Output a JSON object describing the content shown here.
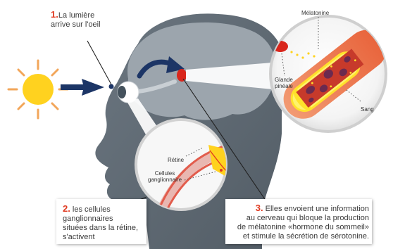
{
  "step1": {
    "number": "1.",
    "text_line1": "La lumière",
    "text_line2": "arrive sur l'oeil"
  },
  "step2": {
    "number": "2.",
    "text_line1": "les cellules",
    "text_line2": "ganglionnaires",
    "text_line3": "situées dans la rétine,",
    "text_line4": "s'activent"
  },
  "step3": {
    "number": "3.",
    "text_line1": "Elles envoient une information",
    "text_line2": "au cerveau qui bloque la production",
    "text_line3": "de mélatonine «hormone du sommeil»",
    "text_line4": "et stimule la sécrétion de sérotonine."
  },
  "labels": {
    "melatonine": "Mélatonine",
    "glande_line1": "Glande",
    "glande_line2": "pinéale",
    "sang": "Sang",
    "retine": "Rétine",
    "cellules_line1": "Cellules",
    "cellules_line2": "ganglionnaire"
  },
  "colors": {
    "number_red": "#e03a21",
    "head_gray": "#5f6a74",
    "brain_gray": "#9aa3ab",
    "sun_yellow": "#ffd21f",
    "sun_rays": "#f2a65a",
    "arrow_navy": "#1c3566",
    "gland_red": "#d9261c",
    "vessel_orange": "#f07d4f",
    "cell_purple": "#6b2a4f"
  }
}
